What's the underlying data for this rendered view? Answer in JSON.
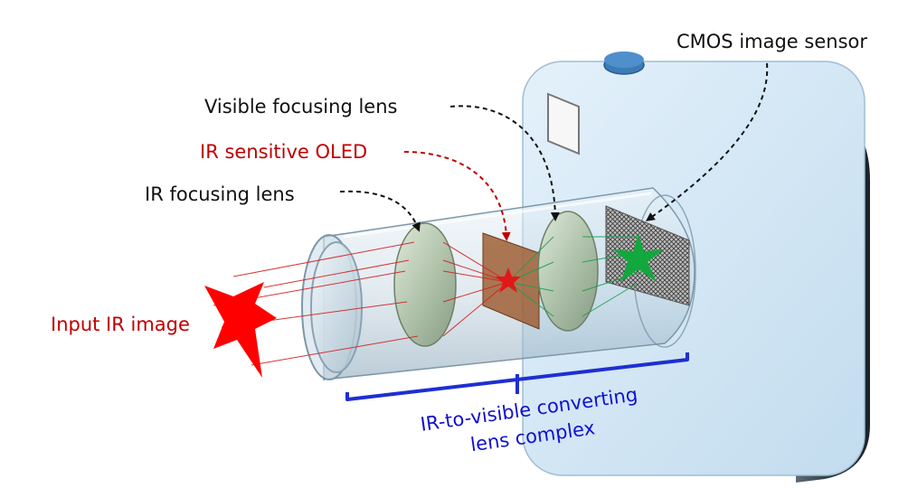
{
  "colors": {
    "label_black": "#111111",
    "label_red": "#c00000",
    "label_blue": "#1010d0",
    "camera_body": "#d6e9f7",
    "camera_side": "#2e3a44",
    "shutter_button": "#3d7bb7",
    "ir_star": "#ff0000",
    "visible_star": "#12a83e",
    "oled": "#9c5a2e",
    "brace": "#1e2fd0"
  },
  "labels": {
    "cmos": "CMOS image sensor",
    "visible_lens": "Visible focusing lens",
    "oled": "IR sensitive OLED",
    "ir_lens": "IR focusing lens",
    "input": "Input IR image",
    "complex_line1": "IR-to-visible converting",
    "complex_line2": "lens complex"
  }
}
